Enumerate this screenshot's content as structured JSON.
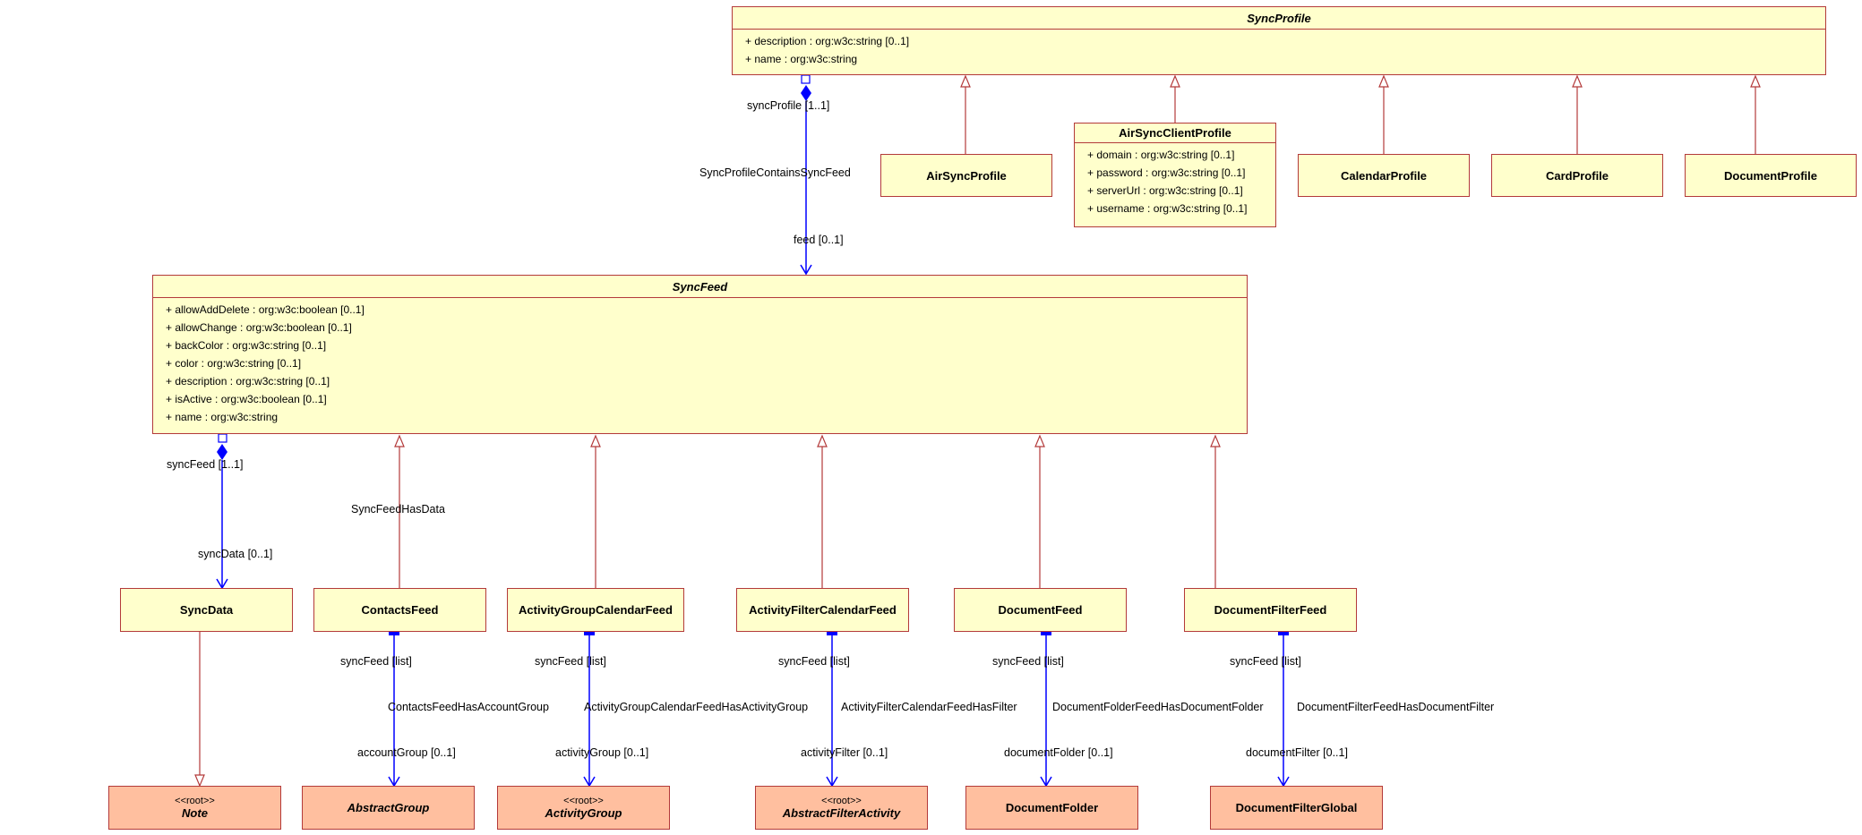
{
  "classes": {
    "sync_profile": {
      "name": "SyncProfile",
      "attributes": [
        "+ description : org:w3c:string [0..1]",
        "+ name : org:w3c:string"
      ]
    },
    "airsync_client_profile": {
      "name": "AirSyncClientProfile",
      "attributes": [
        "+ domain : org:w3c:string [0..1]",
        "+ password : org:w3c:string [0..1]",
        "+ serverUrl : org:w3c:string [0..1]",
        "+ username : org:w3c:string [0..1]"
      ]
    },
    "airsync_profile": {
      "name": "AirSyncProfile"
    },
    "calendar_profile": {
      "name": "CalendarProfile"
    },
    "card_profile": {
      "name": "CardProfile"
    },
    "document_profile": {
      "name": "DocumentProfile"
    },
    "sync_feed": {
      "name": "SyncFeed",
      "attributes": [
        "+ allowAddDelete : org:w3c:boolean [0..1]",
        "+ allowChange : org:w3c:boolean [0..1]",
        "+ backColor : org:w3c:string [0..1]",
        "+ color : org:w3c:string [0..1]",
        "+ description : org:w3c:string [0..1]",
        "+ isActive : org:w3c:boolean [0..1]",
        "+ name : org:w3c:string"
      ]
    },
    "sync_data": {
      "name": "SyncData"
    },
    "contacts_feed": {
      "name": "ContactsFeed"
    },
    "activity_group_calendar_feed": {
      "name": "ActivityGroupCalendarFeed"
    },
    "activity_filter_calendar_feed": {
      "name": "ActivityFilterCalendarFeed"
    },
    "document_feed": {
      "name": "DocumentFeed"
    },
    "document_filter_feed": {
      "name": "DocumentFilterFeed"
    },
    "note": {
      "name": "Note",
      "stereotype": "<<root>>"
    },
    "abstract_group": {
      "name": "AbstractGroup"
    },
    "activity_group": {
      "name": "ActivityGroup",
      "stereotype": "<<root>>"
    },
    "abstract_filter_activity": {
      "name": "AbstractFilterActivity",
      "stereotype": "<<root>>"
    },
    "document_folder": {
      "name": "DocumentFolder"
    },
    "document_filter_global": {
      "name": "DocumentFilterGlobal"
    }
  },
  "labels": {
    "sync_profile_role": "syncProfile [1..1]",
    "sync_profile_contains_sync_feed": "SyncProfileContainsSyncFeed",
    "feed_role": "feed [0..1]",
    "sync_feed_role": "syncFeed [1..1]",
    "sync_feed_has_data": "SyncFeedHasData",
    "sync_data_role": "syncData [0..1]",
    "contacts_sync_feed_role": "syncFeed [list]",
    "contacts_feed_has_account_group": "ContactsFeedHasAccountGroup",
    "account_group_role": "accountGroup [0..1]",
    "agcf_sync_feed_role": "syncFeed [list]",
    "agcf_has_activity_group": "ActivityGroupCalendarFeedHasActivityGroup",
    "activity_group_role": "activityGroup [0..1]",
    "afcf_sync_feed_role": "syncFeed [list]",
    "afcf_has_filter": "ActivityFilterCalendarFeedHasFilter",
    "activity_filter_role": "activityFilter [0..1]",
    "df_sync_feed_role": "syncFeed [list]",
    "document_folder_feed_has_document_folder": "DocumentFolderFeedHasDocumentFolder",
    "document_folder_role": "documentFolder [0..1]",
    "dff_sync_feed_role": "syncFeed [list]",
    "document_filter_feed_has_document_filter": "DocumentFilterFeedHasDocumentFilter",
    "document_filter_role": "documentFilter [0..1]"
  },
  "colors": {
    "class_fill": "#ffffcc",
    "root_fill": "#ffbf9f",
    "class_border": "#b33a3a",
    "association": "#0000ff",
    "generalization": "#b33a3a"
  }
}
